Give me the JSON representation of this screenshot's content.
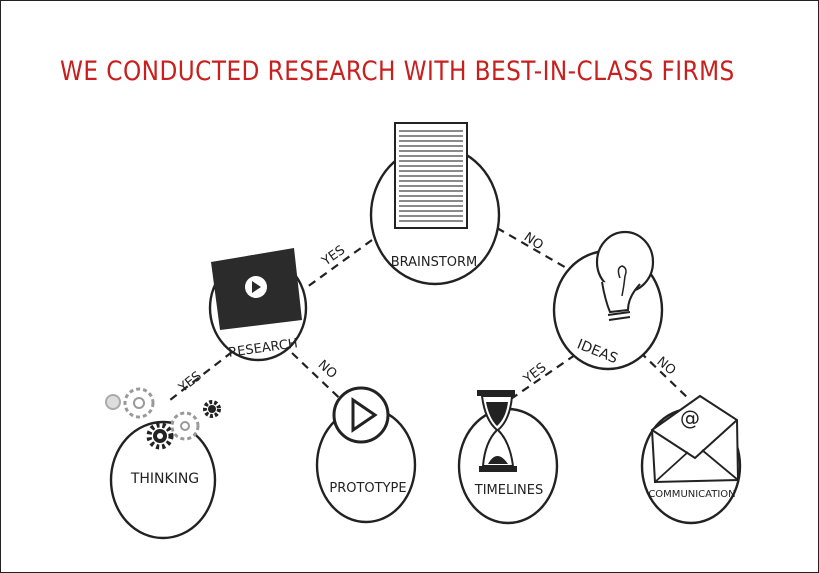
{
  "title": "WE CONDUCTED RESEARCH WITH BEST-IN-CLASS FIRMS",
  "colors": {
    "title": "#c8201e",
    "ink": "#222222",
    "background": "#ffffff"
  },
  "nodes": {
    "brainstorm": {
      "label": "BRAINSTORM",
      "icon": "document-icon"
    },
    "research": {
      "label": "RESEARCH",
      "icon": "video-play-icon"
    },
    "ideas": {
      "label": "IDEAS",
      "icon": "lightbulb-icon"
    },
    "thinking": {
      "label": "THINKING",
      "icon": "gears-icon"
    },
    "prototype": {
      "label": "PROTOTYPE",
      "icon": "play-triangle-icon"
    },
    "timelines": {
      "label": "TIMELINES",
      "icon": "hourglass-icon"
    },
    "communication": {
      "label": "COMMUNICATION",
      "icon": "envelope-at-icon"
    }
  },
  "edges": {
    "brainstorm_research": "YES",
    "brainstorm_ideas": "NO",
    "research_thinking": "YES",
    "research_prototype": "NO",
    "ideas_timelines": "YES",
    "ideas_communication": "NO"
  }
}
